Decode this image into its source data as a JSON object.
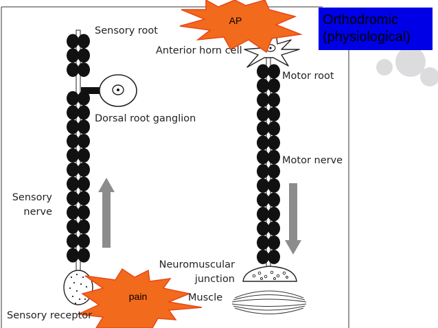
{
  "slide": {
    "title_line1": "Orthodromic",
    "title_line2": "(physiological)",
    "title_bg": "#0000e6"
  },
  "diagram": {
    "labels": {
      "sensory_root": "Sensory root",
      "anterior_horn_cell": "Anterior horn cell",
      "motor_root": "Motor root",
      "dorsal_root_ganglion": "Dorsal root ganglion",
      "motor_nerve": "Motor nerve",
      "sensory_nerve_line1": "Sensory",
      "sensory_nerve_line2": "nerve",
      "neuromuscular_line1": "Neuromuscular",
      "neuromuscular_line2": "junction",
      "muscle": "Muscle",
      "sensory_receptor": "Sensory receptor"
    },
    "bursts": {
      "ap": "AP",
      "pain": "pain",
      "fill": "#f26a1b",
      "stroke": "#e8461a"
    },
    "arrows": {
      "sensory_direction": "up",
      "motor_direction": "down",
      "color": "#8c8c8c"
    }
  }
}
